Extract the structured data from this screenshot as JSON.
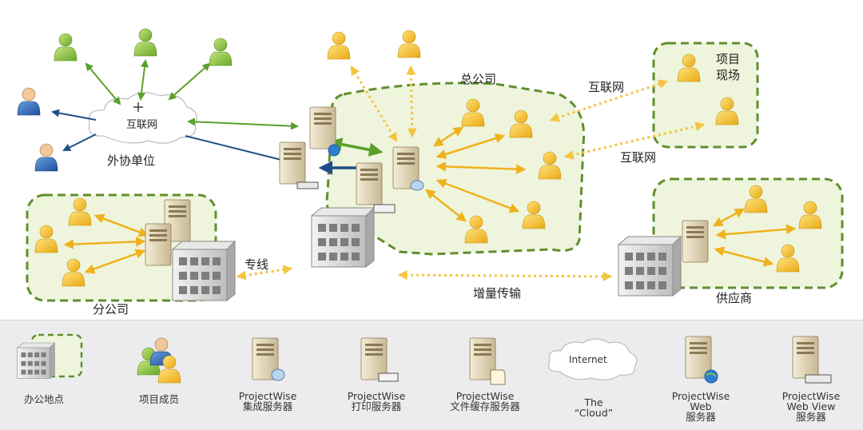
{
  "labels": {
    "cloud_text": "互联网",
    "external": "外协单位",
    "hq": "总公司",
    "project_site": "项目\n现场",
    "internet_1": "互联网",
    "internet_2": "互联网",
    "branch": "分公司",
    "dedicated_line": "专线",
    "incremental": "增量传输",
    "supplier": "供应商"
  },
  "legend": [
    {
      "icon": "office-building-icon",
      "caption": "办公地点"
    },
    {
      "icon": "project-members-icon",
      "caption": "项目成员"
    },
    {
      "icon": "integration-server-icon",
      "caption": "ProjectWise\n集成服务器"
    },
    {
      "icon": "print-server-icon",
      "caption": "ProjectWise\n打印服务器"
    },
    {
      "icon": "file-cache-server-icon",
      "caption": "ProjectWise\n文件缓存服务器"
    },
    {
      "icon": "internet-cloud-icon",
      "caption": "The\n“Cloud”",
      "cloud_text": "Internet"
    },
    {
      "icon": "web-server-icon",
      "caption": "ProjectWise\nWeb\n服务器"
    },
    {
      "icon": "web-view-server-icon",
      "caption": "ProjectWise\nWeb View\n服务器"
    }
  ],
  "colors": {
    "zone_fill": "#eef5dc",
    "zone_border": "#5f8f2e",
    "arrow_orange": "#f0b21c",
    "arrow_green": "#5aa02c",
    "arrow_blue": "#1f4e86",
    "person_yellow": "#f2c230",
    "person_green": "#8cc43c",
    "person_blue": "#2c64b4",
    "dotted": "#f4c542"
  }
}
